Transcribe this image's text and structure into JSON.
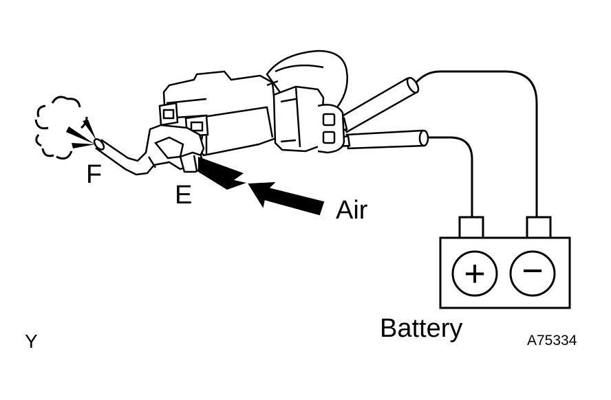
{
  "labels": {
    "port_f": "F",
    "port_e": "E",
    "air": "Air",
    "battery": "Battery",
    "corner_mark": "Y",
    "figure_code": "A75334"
  },
  "battery": {
    "positive_symbol": "+",
    "negative_symbol": "−"
  },
  "colors": {
    "ink": "#000000",
    "paper": "#ffffff"
  }
}
